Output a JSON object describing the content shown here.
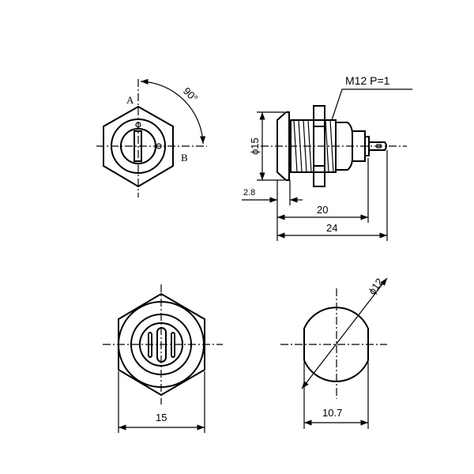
{
  "top_front_view": {
    "label_a": "A",
    "label_b": "B",
    "angle": "90°"
  },
  "side_view": {
    "thread_note": "M12 P=1",
    "diameter": "ϕ15",
    "dim_flange": "2.8",
    "dim_body": "20",
    "dim_total": "24"
  },
  "bottom_front_view": {
    "width": "15"
  },
  "bottom_cut_view": {
    "width": "10.7",
    "diameter": "ϕ12"
  }
}
